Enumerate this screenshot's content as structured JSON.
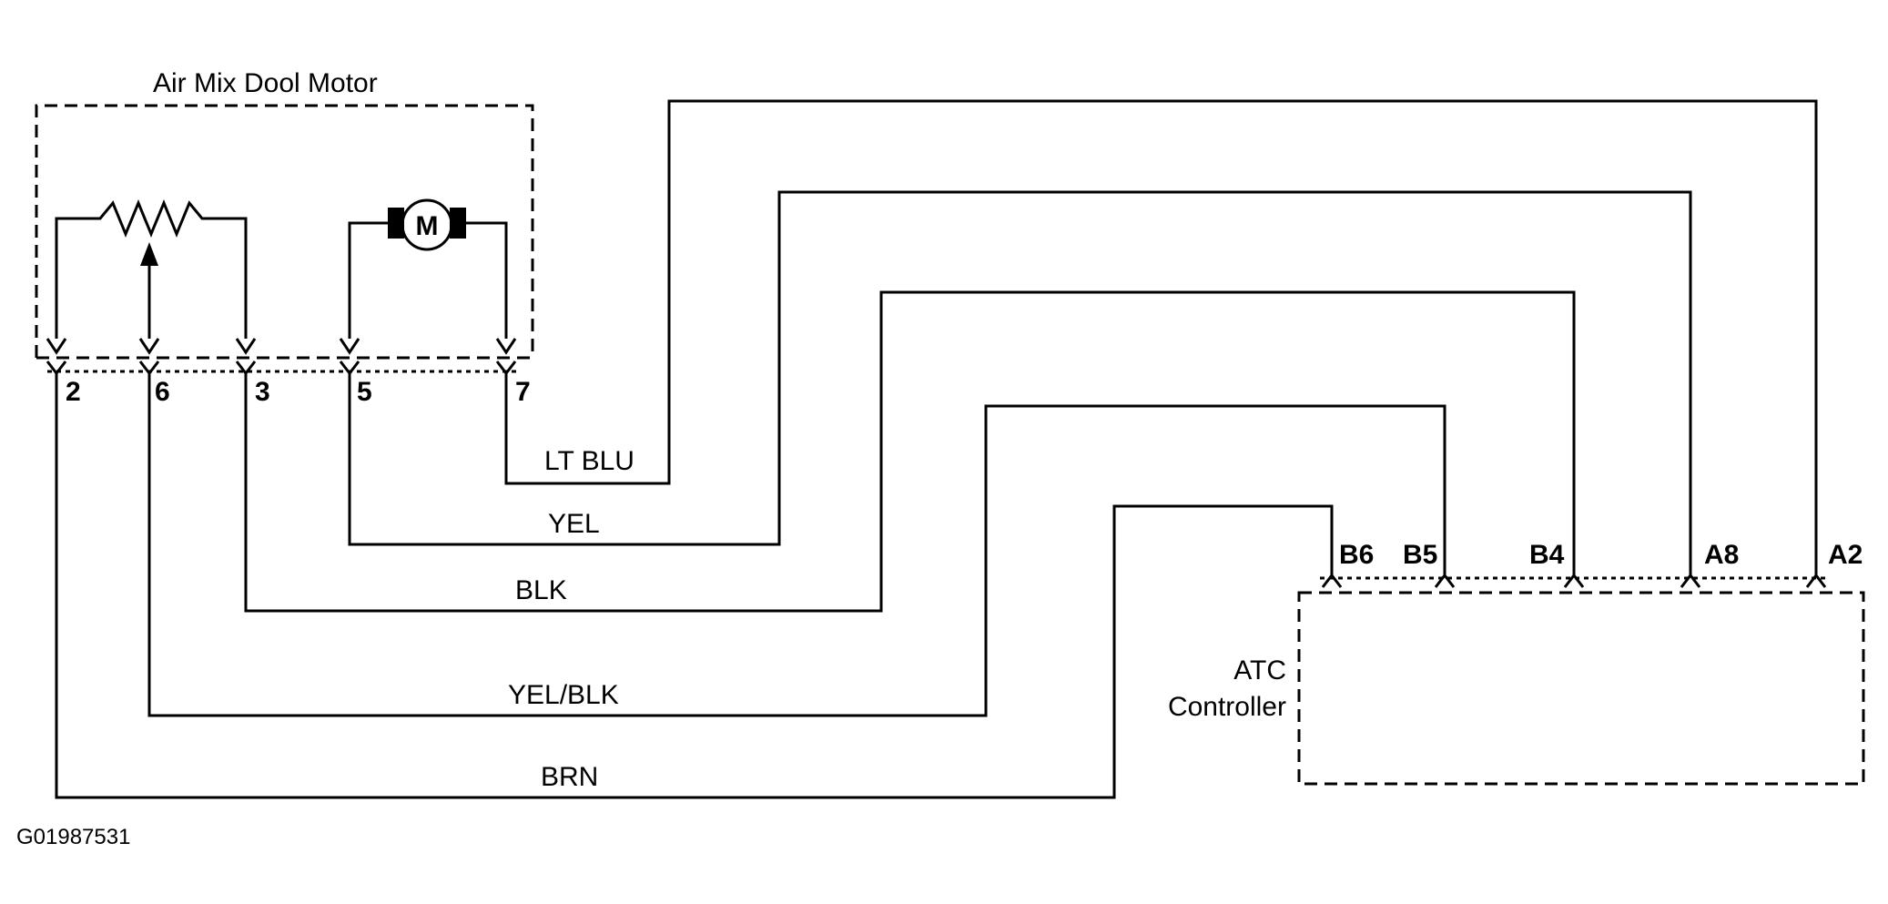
{
  "motor_assembly": {
    "title": "Air Mix Dool Motor",
    "motor_symbol": "M",
    "pins": [
      "2",
      "6",
      "3",
      "5",
      "7"
    ]
  },
  "wires": [
    {
      "color": "LT BLU",
      "from": "7",
      "to": "A2"
    },
    {
      "color": "YEL",
      "from": "5",
      "to": "A8"
    },
    {
      "color": "BLK",
      "from": "3",
      "to": "B4"
    },
    {
      "color": "YEL/BLK",
      "from": "6",
      "to": "B5"
    },
    {
      "color": "BRN",
      "from": "2",
      "to": "B6"
    }
  ],
  "controller": {
    "label_line1": "ATC",
    "label_line2": "Controller",
    "pins": [
      "B6",
      "B5",
      "B4",
      "A8",
      "A2"
    ]
  },
  "figure_code": "G01987531"
}
